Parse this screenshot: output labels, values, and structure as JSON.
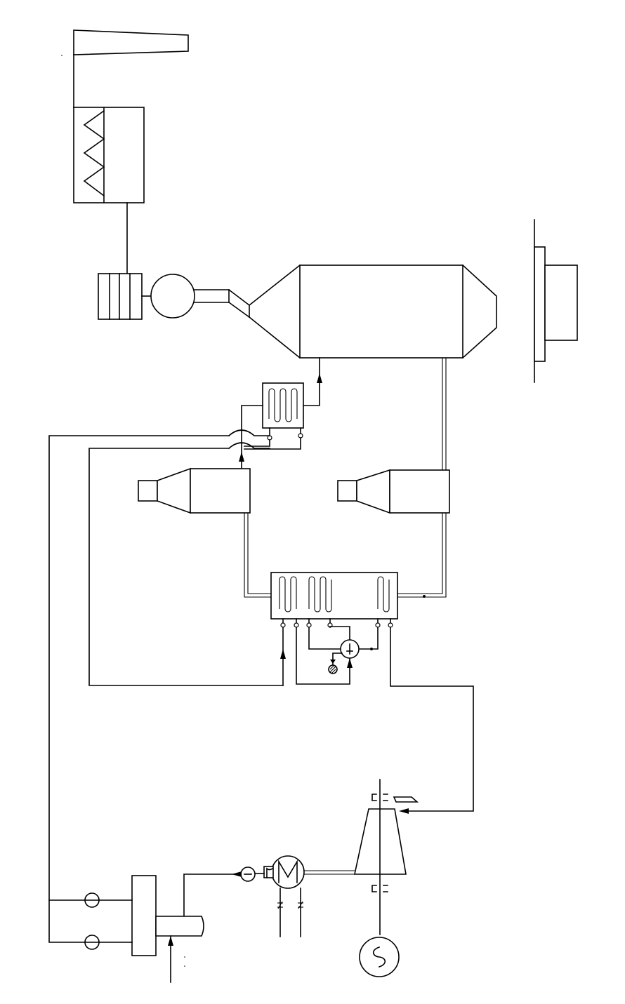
{
  "diagram": {
    "colors": {
      "stroke": "#000000",
      "background": "#ffffff"
    },
    "components": [
      {
        "id": "chimney",
        "icon": "chimney-icon"
      },
      {
        "id": "scrubber",
        "icon": "scrubber-tank-icon"
      },
      {
        "id": "filter-unit",
        "icon": "filter-unit-icon"
      },
      {
        "id": "induced-draft-fan",
        "icon": "fan-icon"
      },
      {
        "id": "kiln-vessel",
        "icon": "kiln-vessel-icon"
      },
      {
        "id": "burner-head",
        "icon": "burner-icon"
      },
      {
        "id": "small-heat-exchanger",
        "icon": "heat-exchanger-icon"
      },
      {
        "id": "cyclone-left",
        "icon": "cyclone-icon"
      },
      {
        "id": "cyclone-right",
        "icon": "cyclone-icon"
      },
      {
        "id": "waste-heat-boiler",
        "icon": "heat-exchanger-icon"
      },
      {
        "id": "steam-drum",
        "icon": "drum-icon"
      },
      {
        "id": "drain-valve",
        "icon": "valve-icon"
      },
      {
        "id": "turbine",
        "icon": "turbine-icon"
      },
      {
        "id": "generator",
        "icon": "generator-icon"
      },
      {
        "id": "condenser",
        "icon": "condenser-icon"
      },
      {
        "id": "check-valve",
        "icon": "check-valve-icon"
      },
      {
        "id": "feed-pump",
        "icon": "pump-icon"
      },
      {
        "id": "deaerator",
        "icon": "deaerator-icon"
      },
      {
        "id": "circulation-pump-upper",
        "icon": "pump-icon"
      },
      {
        "id": "circulation-pump-lower",
        "icon": "pump-icon"
      }
    ]
  }
}
